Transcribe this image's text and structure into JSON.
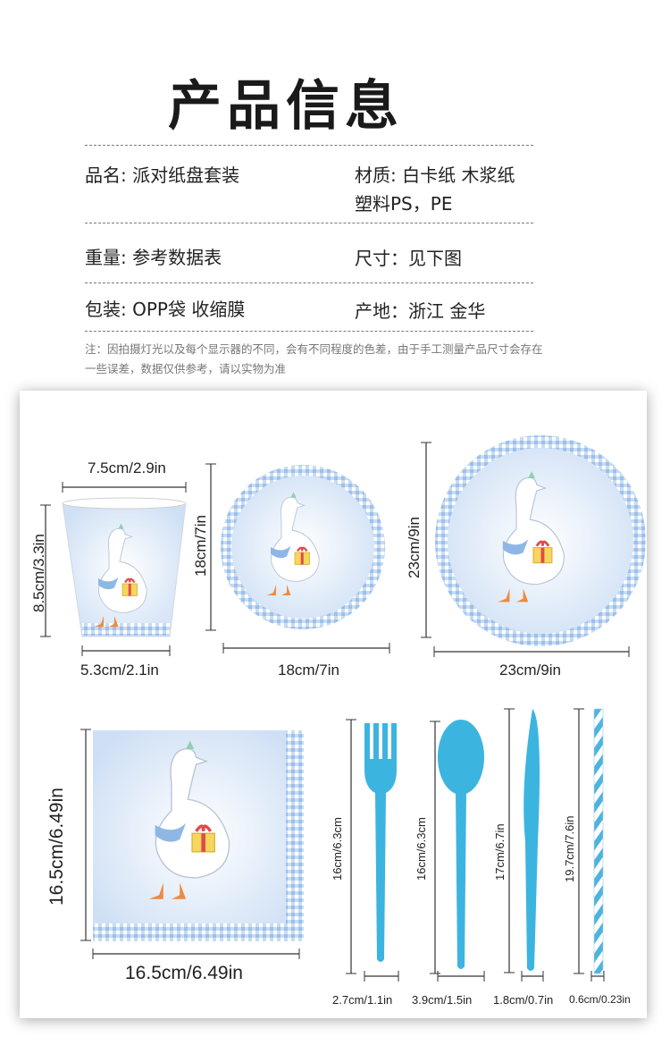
{
  "title": "产品信息",
  "info": {
    "name": "品名: 派对纸盘套装",
    "material_line1": "材质: 白卡纸 木浆纸",
    "material_line2": "塑料PS，PE",
    "weight": "重量: 参考数据表",
    "size": "尺寸：见下图",
    "packing": "包装: OPP袋 收缩膜",
    "origin": "产地：浙江 金华"
  },
  "note": "注：因拍摄灯光以及每个显示器的不同，会有不同程度的色差，由于手工测量产品尺寸会存在一些误差，数据仅供参考，请以实物为准",
  "dimensions": {
    "cup_top": "7.5cm/2.9in",
    "cup_height": "8.5cm/3.3in",
    "cup_bottom": "5.3cm/2.1in",
    "plate_small_h": "18cm/7in",
    "plate_small_w": "18cm/7in",
    "plate_large_h": "23cm/9in",
    "plate_large_w": "23cm/9in",
    "napkin_h": "16.5cm/6.49in",
    "napkin_w": "16.5cm/6.49in",
    "fork_len": "16cm/6.3cm",
    "fork_w": "2.7cm/1.1in",
    "spoon_len": "16cm/6.3cm",
    "spoon_w": "3.9cm/1.5in",
    "knife_len": "17cm/6.7in",
    "knife_w": "1.8cm/0.7in",
    "straw_len": "19.7cm/7.6in",
    "straw_w": "0.6cm/0.23in"
  },
  "colors": {
    "cutlery": "#3cb4e0",
    "gingham": "#a9c9ee",
    "goose_bg": "#dbe8f7"
  }
}
